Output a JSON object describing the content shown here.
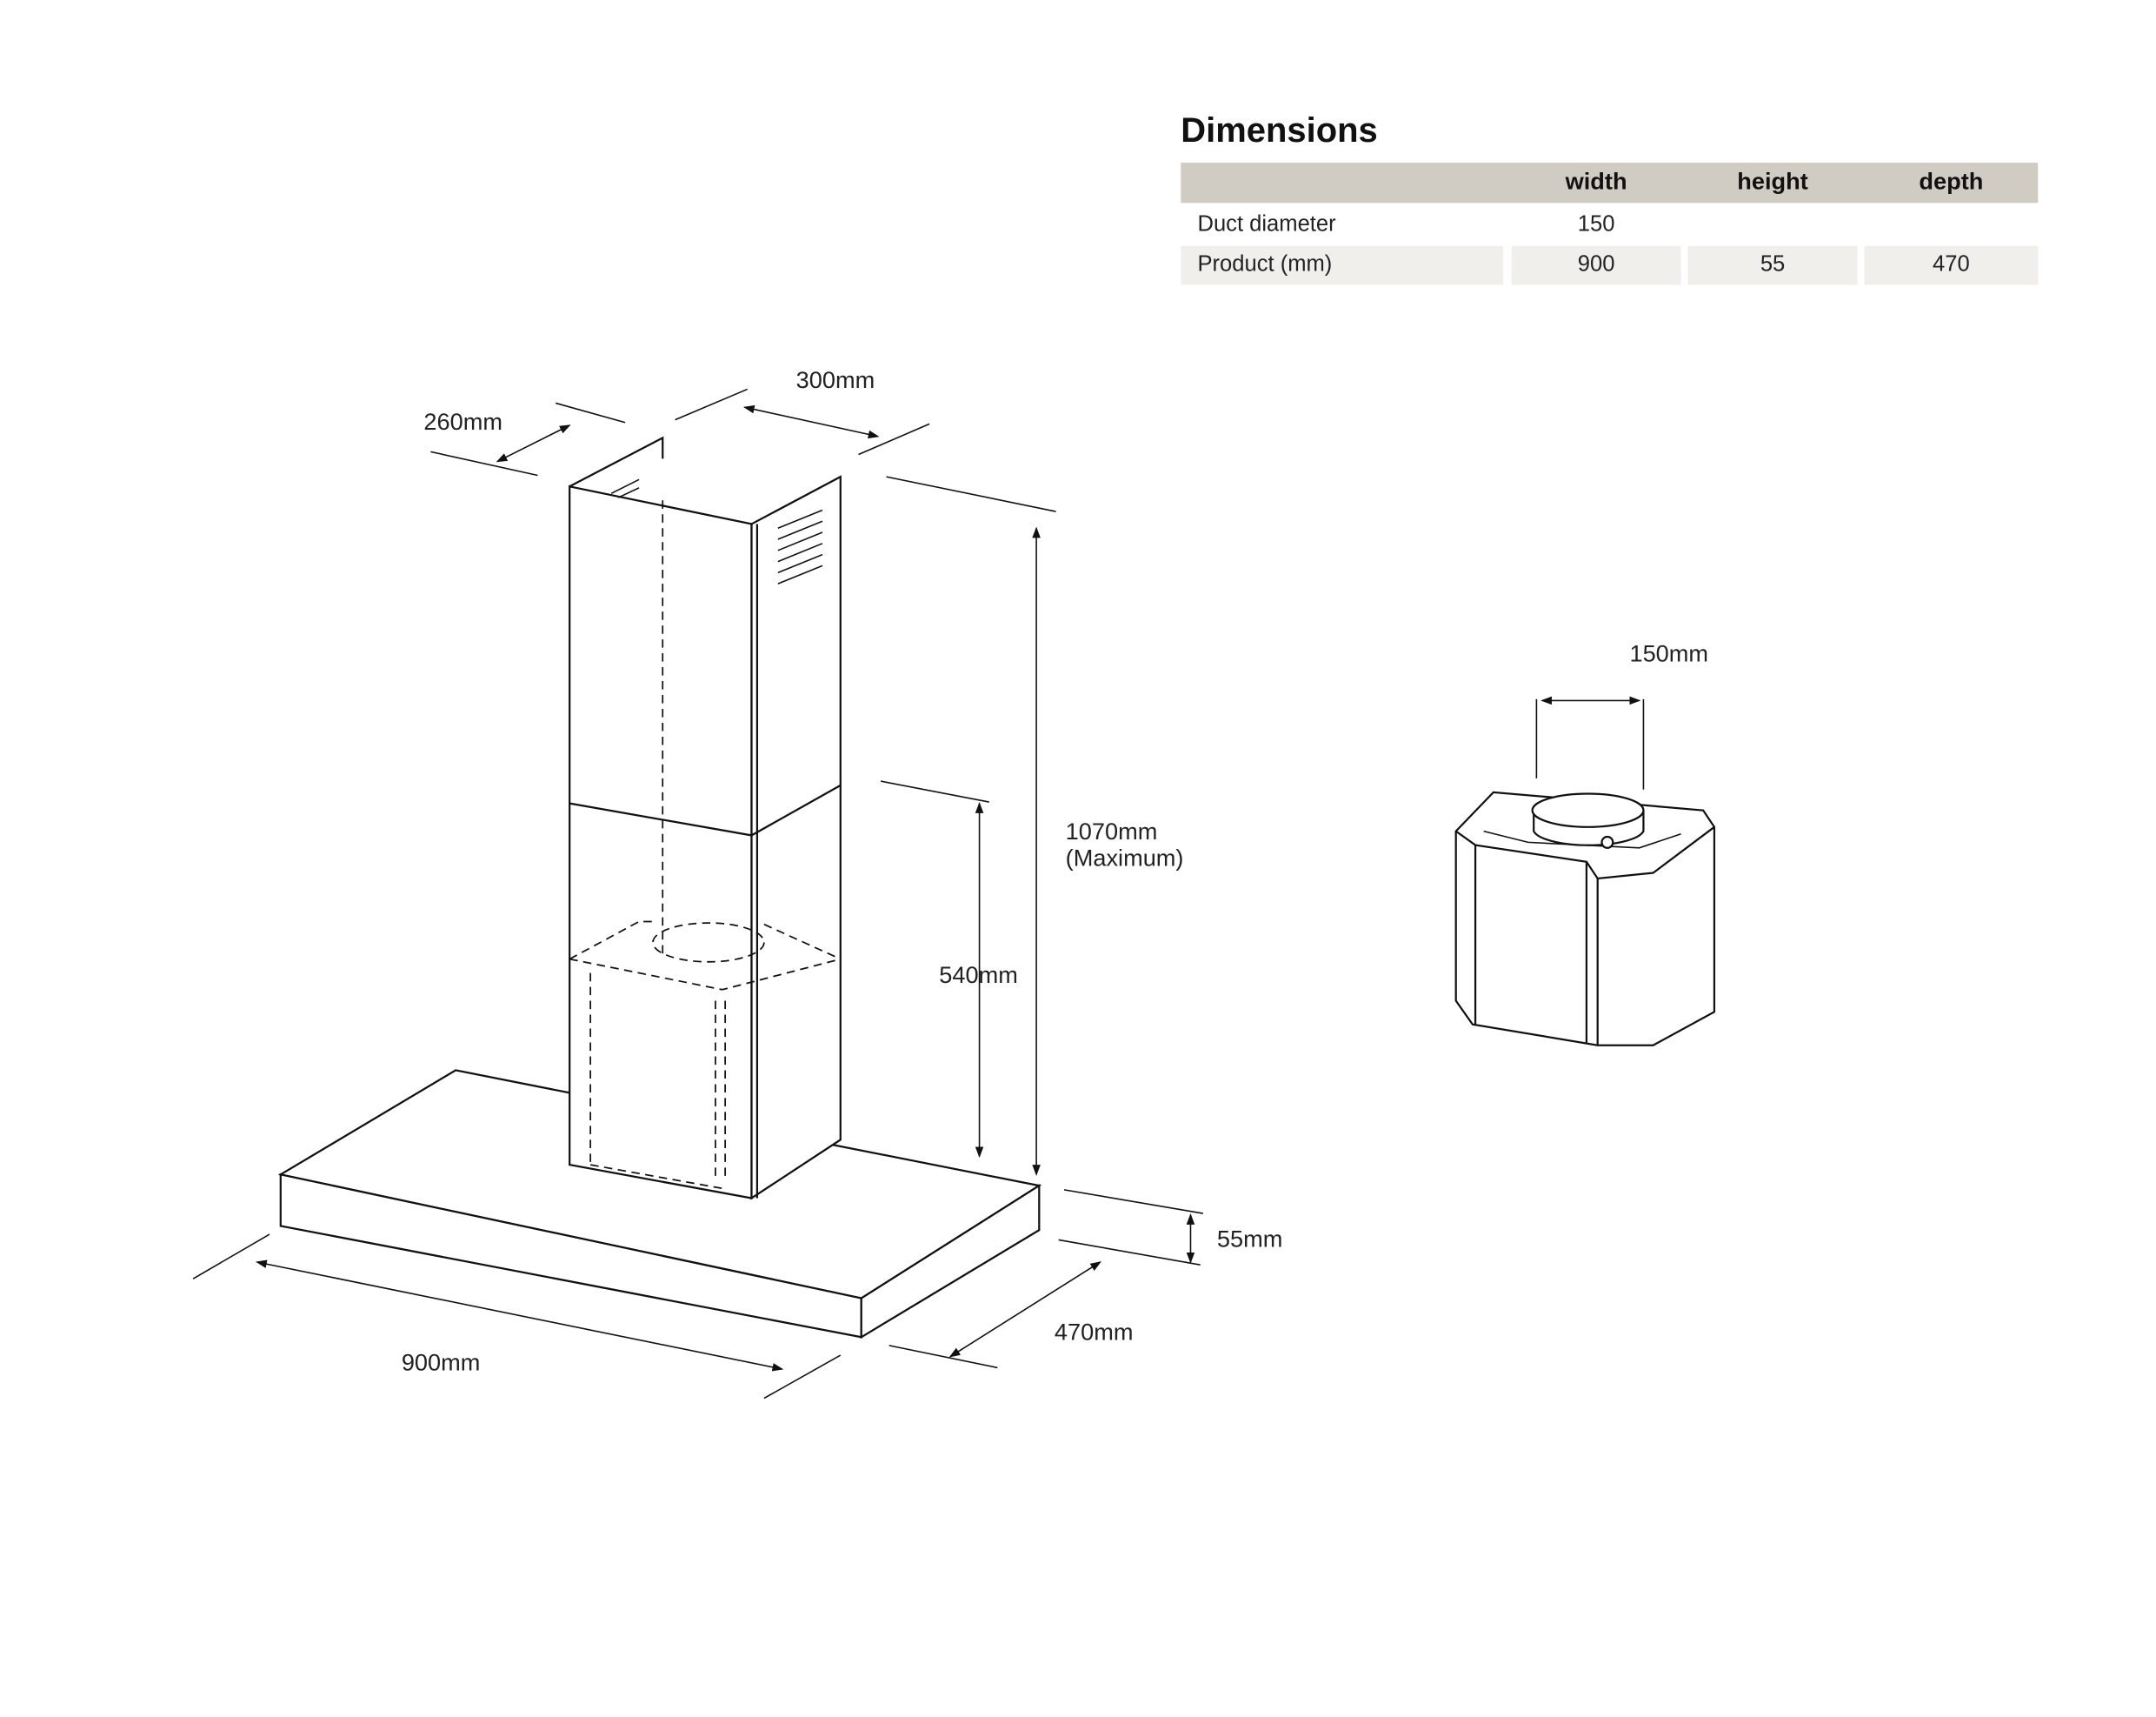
{
  "title": "Dimensions",
  "table": {
    "headers": [
      "",
      "width",
      "height",
      "depth"
    ],
    "rows": [
      {
        "label": "Duct diameter",
        "width": "150",
        "height": "",
        "depth": ""
      },
      {
        "label": "Product (mm)",
        "width": "900",
        "height": "55",
        "depth": "470"
      }
    ]
  },
  "labels": {
    "d260": "260mm",
    "d300": "300mm",
    "d1070": "1070mm",
    "d1070_note": "(Maximum)",
    "d540": "540mm",
    "d55": "55mm",
    "d470": "470mm",
    "d900": "900mm",
    "d150": "150mm"
  }
}
